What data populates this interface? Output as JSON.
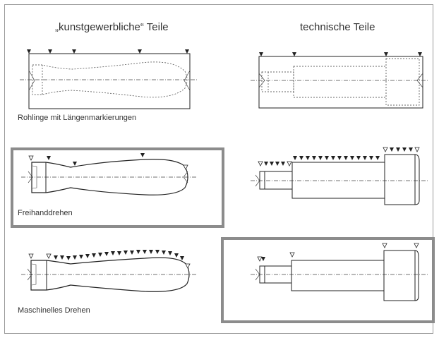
{
  "headings": {
    "left": "„kunstgewerbliche“ Teile",
    "right": "technische Teile"
  },
  "captions": {
    "rohlinge": "Rohlinge mit Längenmarkierungen",
    "freihand": "Freihanddrehen",
    "maschinell": "Maschinelles Drehen"
  },
  "colors": {
    "line": "#222222",
    "dotted": "#666666",
    "highlight": "#8c8c8c",
    "frame": "#9a9a9a"
  }
}
